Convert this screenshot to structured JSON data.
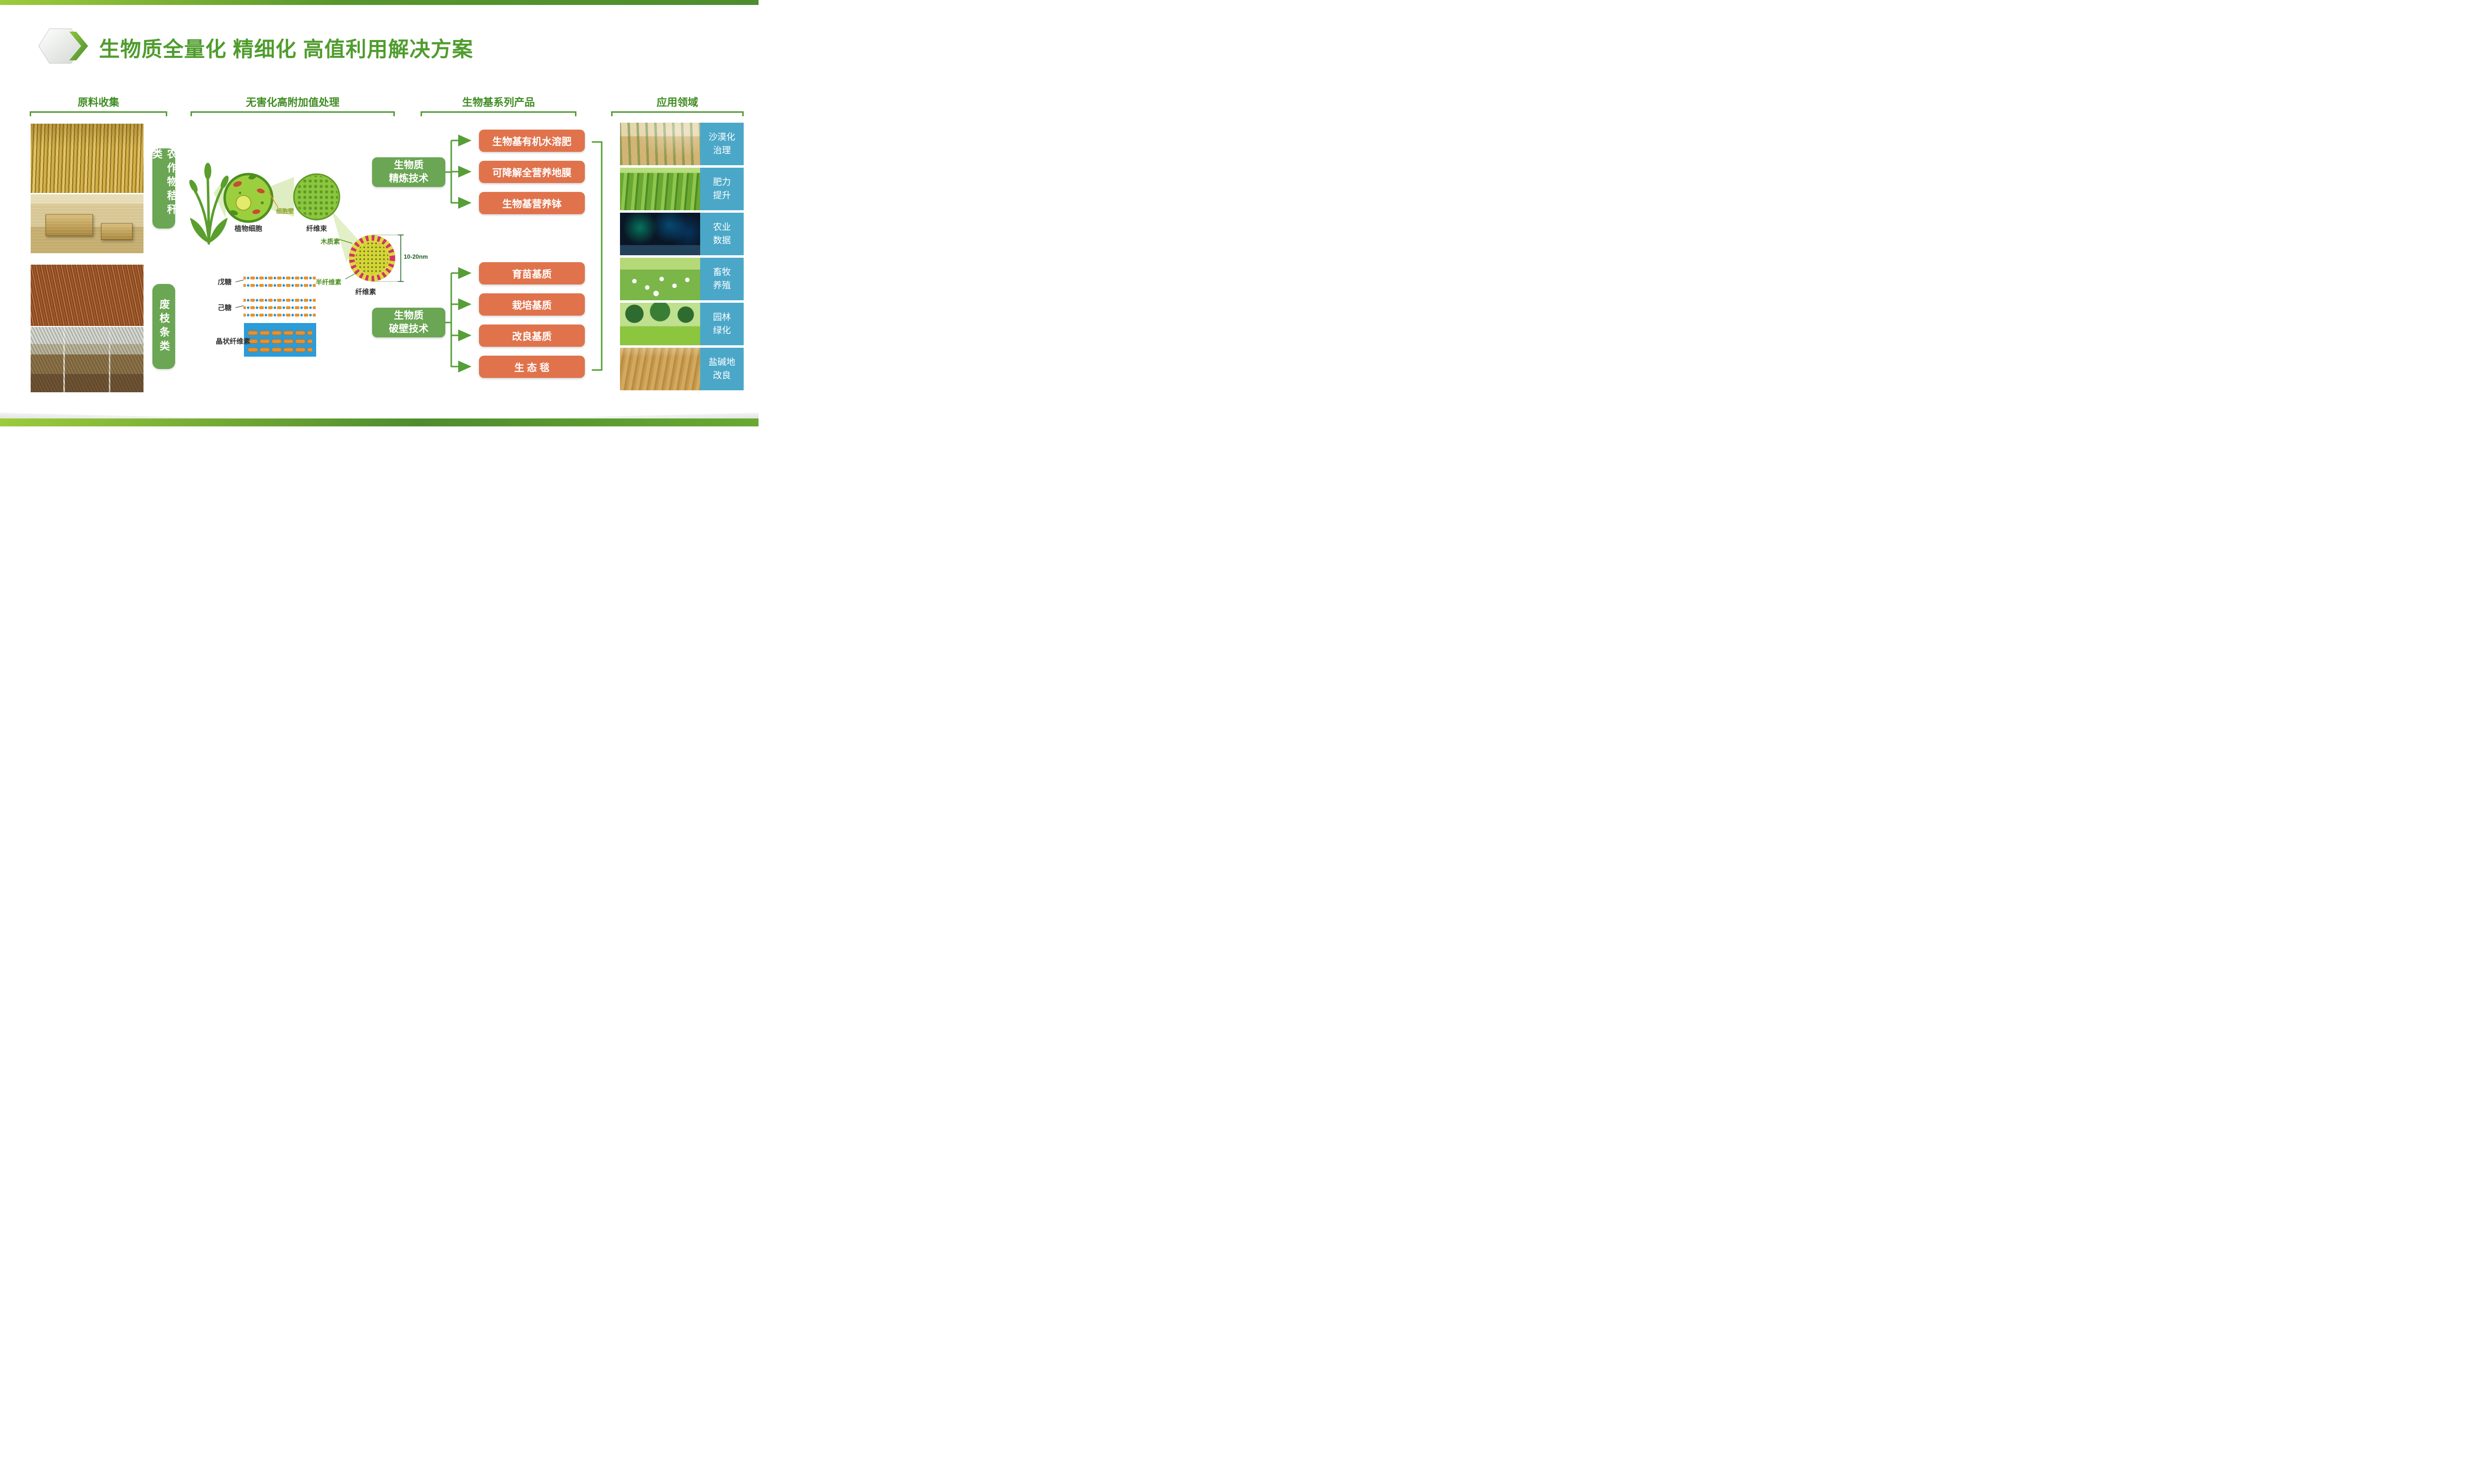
{
  "slide": {
    "title": "生物质全量化 精细化 高值利用解决方案"
  },
  "colors": {
    "accent_green": "#569e37",
    "box_green": "#6aa653",
    "product_orange": "#e0734c",
    "application_blue": "#4ba7c8",
    "title_green": "#4f9c2e"
  },
  "sections": {
    "raw_materials": "原料收集",
    "processing": "无害化高附加值处理",
    "products": "生物基系列产品",
    "applications": "应用领域"
  },
  "raw_materials": {
    "groups": [
      {
        "label": "农作物秸秆类",
        "photos": [
          "corn-stalks-photo",
          "straw-bales-photo"
        ]
      },
      {
        "label": "废枝条类",
        "photos": [
          "pruned-branches-photo",
          "vine-branches-photo"
        ]
      }
    ]
  },
  "processing": {
    "labels": {
      "plant_cell": "植物细胞",
      "cell_wall": "细胞壁",
      "fiber_bundle": "纤维束",
      "lignin": "木质素",
      "hemicellulose": "半纤维素",
      "cellulose": "纤维素",
      "fiber_diameter": "10-20nm",
      "pentose": "戊糖",
      "hexose": "己糖",
      "crystalline_cellulose": "晶状纤维素"
    },
    "techniques": [
      {
        "line1": "生物质",
        "line2": "精炼技术"
      },
      {
        "line1": "生物质",
        "line2": "破壁技术"
      }
    ]
  },
  "products": {
    "items": [
      {
        "label": "生物基有机水溶肥"
      },
      {
        "label": "可降解全营养地膜"
      },
      {
        "label": "生物基营养钵"
      },
      {
        "label": "育苗基质"
      },
      {
        "label": "栽培基质"
      },
      {
        "label": "改良基质"
      },
      {
        "label": "生 态 毯"
      }
    ]
  },
  "applications": {
    "items": [
      {
        "lines": [
          "沙漠化",
          "治理"
        ],
        "photo": "desert-control-photo"
      },
      {
        "lines": [
          "肥力",
          "提升"
        ],
        "photo": "vegetable-field-photo"
      },
      {
        "lines": [
          "农业",
          "数据"
        ],
        "photo": "agriculture-data-photo"
      },
      {
        "lines": [
          "畜牧",
          "养殖"
        ],
        "photo": "sheep-grazing-photo"
      },
      {
        "lines": [
          "园林",
          "绿化"
        ],
        "photo": "park-greening-photo"
      },
      {
        "lines": [
          "盐碱地",
          "改良"
        ],
        "photo": "saline-soil-photo"
      }
    ]
  }
}
